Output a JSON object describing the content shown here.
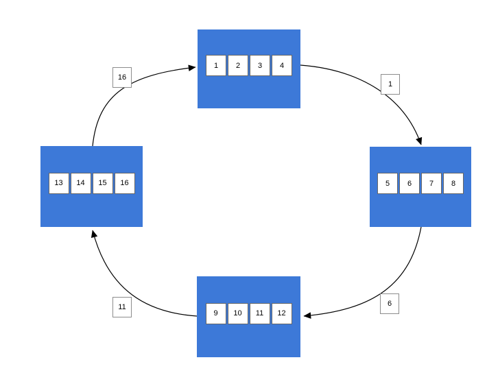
{
  "diagram": {
    "title": "ring-of-buffers-cycle",
    "colors": {
      "background": "#ffffff",
      "node_fill": "#3d79d8",
      "cell_fill": "#ffffff",
      "cell_border": "#666666",
      "label_border": "#8c8c8c",
      "arrow": "#000000"
    },
    "nodes": [
      {
        "id": "top",
        "cells": [
          "1",
          "2",
          "3",
          "4"
        ]
      },
      {
        "id": "right",
        "cells": [
          "5",
          "6",
          "7",
          "8"
        ]
      },
      {
        "id": "bottom",
        "cells": [
          "9",
          "10",
          "11",
          "12"
        ]
      },
      {
        "id": "left",
        "cells": [
          "13",
          "14",
          "15",
          "16"
        ]
      }
    ],
    "edges": [
      {
        "from": "top",
        "to": "right",
        "label": "1"
      },
      {
        "from": "right",
        "to": "bottom",
        "label": "6"
      },
      {
        "from": "bottom",
        "to": "left",
        "label": "11"
      },
      {
        "from": "left",
        "to": "top",
        "label": "16"
      }
    ]
  }
}
